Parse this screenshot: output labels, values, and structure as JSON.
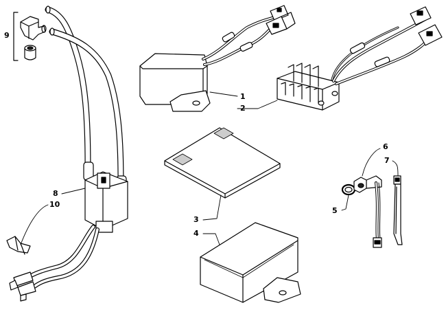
{
  "callouts": [
    {
      "id": "1",
      "label": "1"
    },
    {
      "id": "2",
      "label": "2"
    },
    {
      "id": "3",
      "label": "3"
    },
    {
      "id": "4",
      "label": "4"
    },
    {
      "id": "5",
      "label": "5"
    },
    {
      "id": "6",
      "label": "6"
    },
    {
      "id": "7",
      "label": "7"
    },
    {
      "id": "8",
      "label": "8"
    },
    {
      "id": "9",
      "label": "9"
    },
    {
      "id": "10",
      "label": "10"
    }
  ],
  "parts": [
    "cdi-box",
    "voltage-regulator",
    "fuse-panel-pad",
    "electronic-module",
    "o-ring",
    "temperature-sensor",
    "cable-tie",
    "ignition-coil",
    "spark-plug-cap",
    "wire-clip"
  ]
}
